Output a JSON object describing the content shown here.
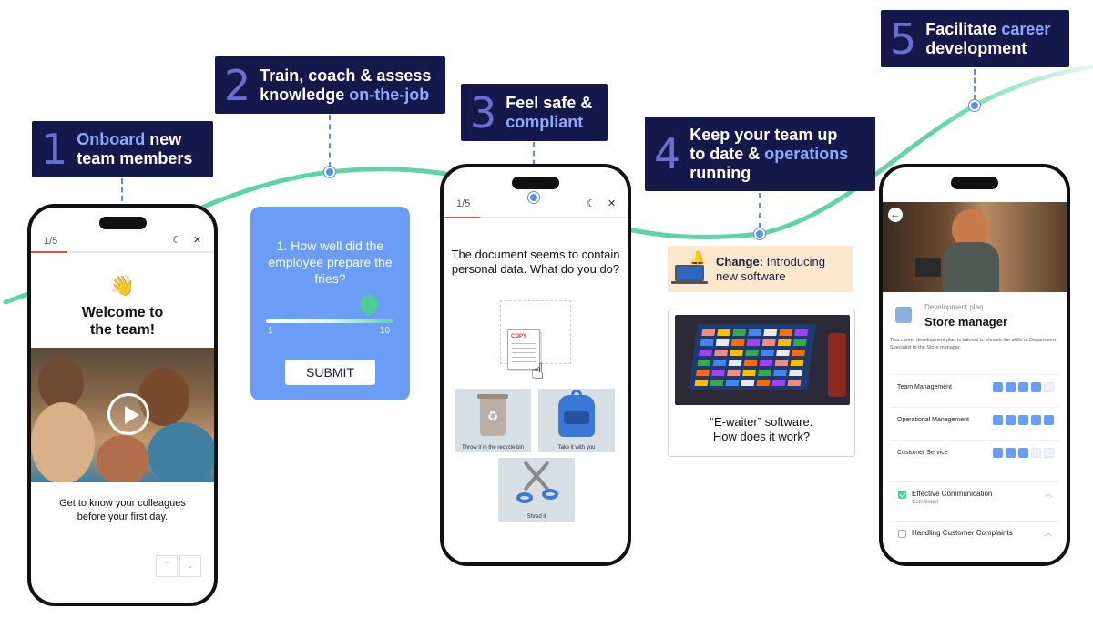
{
  "steps": [
    {
      "num": "1",
      "line1_hl": "Onboard",
      "line1_rest": " new",
      "line2": "team members"
    },
    {
      "num": "2",
      "line1": "Train, coach & assess",
      "line2_pre": "knowledge ",
      "line2_hl": "on-the-job"
    },
    {
      "num": "3",
      "line1": "Feel safe &",
      "line2_hl": "compliant"
    },
    {
      "num": "4",
      "line1": "Keep your team up",
      "line2_pre": "to date & ",
      "line2_hl": "operations",
      "line3": "running"
    },
    {
      "num": "5",
      "line1_pre": "Facilitate ",
      "line1_hl": "career",
      "line2": "development"
    }
  ],
  "onboarding_phone": {
    "progress": "1/5",
    "progress_value": 0.2,
    "moon_icon": "☾",
    "close_icon": "✕",
    "emoji": "👋",
    "title_line1": "Welcome to",
    "title_line2": "the team!",
    "caption_line1": "Get to know your colleagues",
    "caption_line2": "before your first day.",
    "prev_icon": "⌃",
    "next_icon": "⌄"
  },
  "quiz_card": {
    "question": "1. How well did the employee prepare the fries?",
    "slider_min": "1",
    "slider_max": "10",
    "slider_value": 8.5,
    "submit_label": "SUBMIT"
  },
  "compliance_phone": {
    "progress": "1/5",
    "progress_value": 0.2,
    "moon_icon": "☾",
    "close_icon": "✕",
    "question": "The document seems to contain personal data. What do you do?",
    "doc_stamp": "COPY",
    "options": [
      {
        "label": "Throw it in the recycle bin"
      },
      {
        "label": "Take it with you"
      },
      {
        "label": "Shred it"
      }
    ]
  },
  "change_badge": {
    "bold": "Change:",
    "text1": " Introducing",
    "text2": "new software"
  },
  "ewaiter_card": {
    "caption_line1": "“E-waiter” software.",
    "caption_line2": "How does it work?"
  },
  "career_phone": {
    "back_icon": "←",
    "small_label": "Development plan",
    "title": "Store manager",
    "description": "This career development plan is tailored to elevate the skills of Department Specialist to the Store manager.",
    "skills": [
      {
        "name": "Team Management",
        "level": 4,
        "max": 5
      },
      {
        "name": "Operational Management",
        "level": 5,
        "max": 5
      },
      {
        "name": "Customer Service",
        "level": 3,
        "max": 5
      }
    ],
    "competencies": [
      {
        "title": "Effective Communication",
        "status": "Completed",
        "done": true
      },
      {
        "title": "Handling Customer Complaints",
        "status": "",
        "done": false
      }
    ]
  },
  "colors": {
    "navy": "#15184a",
    "highlight": "#8ea9ff",
    "accent_blue": "#6b9cf6",
    "curve_green": "#5ed4a6",
    "progress_red": "#e2533b"
  }
}
